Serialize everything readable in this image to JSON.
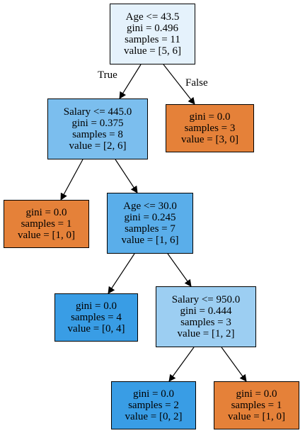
{
  "colors": {
    "root": "#e5f2fc",
    "node_salary_445": "#7bbeee",
    "leaf_false": "#e58139",
    "leaf_left": "#e58139",
    "node_age_30": "#5aaeea",
    "leaf_age_30_left": "#399de5",
    "node_salary_950": "#9ccef2",
    "leaf_salary_950_left": "#399de5",
    "leaf_salary_950_right": "#e58139",
    "edge": "#000000"
  },
  "edge_labels": {
    "true": "True",
    "false": "False"
  },
  "nodes": [
    {
      "id": "root",
      "lines": [
        "Age <= 43.5",
        "gini = 0.496",
        "samples = 11",
        "value = [5, 6]"
      ]
    },
    {
      "id": "n1",
      "lines": [
        "Salary <= 445.0",
        "gini = 0.375",
        "samples = 8",
        "value = [2, 6]"
      ]
    },
    {
      "id": "n2",
      "lines": [
        "gini = 0.0",
        "samples = 3",
        "value = [3, 0]"
      ]
    },
    {
      "id": "n3",
      "lines": [
        "gini = 0.0",
        "samples = 1",
        "value = [1, 0]"
      ]
    },
    {
      "id": "n4",
      "lines": [
        "Age <= 30.0",
        "gini = 0.245",
        "samples = 7",
        "value = [1, 6]"
      ]
    },
    {
      "id": "n5",
      "lines": [
        "gini = 0.0",
        "samples = 4",
        "value = [0, 4]"
      ]
    },
    {
      "id": "n6",
      "lines": [
        "Salary <= 950.0",
        "gini = 0.444",
        "samples = 3",
        "value = [1, 2]"
      ]
    },
    {
      "id": "n7",
      "lines": [
        "gini = 0.0",
        "samples = 2",
        "value = [0, 2]"
      ]
    },
    {
      "id": "n8",
      "lines": [
        "gini = 0.0",
        "samples = 1",
        "value = [1, 0]"
      ]
    }
  ]
}
